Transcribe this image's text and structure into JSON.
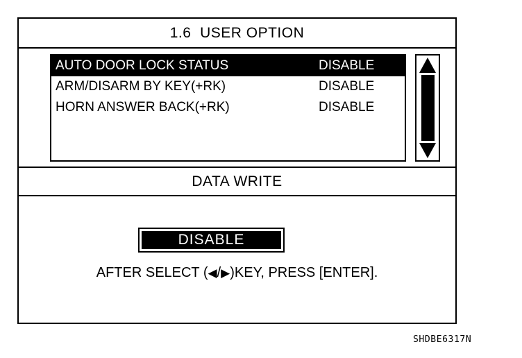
{
  "screen": {
    "title": "1.6  USER OPTION",
    "data_write_label": "DATA WRITE"
  },
  "option_list": {
    "rows": [
      {
        "label": "AUTO DOOR LOCK STATUS",
        "value": "DISABLE",
        "selected": true
      },
      {
        "label": "ARM/DISARM BY KEY(+RK)",
        "value": "DISABLE",
        "selected": false
      },
      {
        "label": "HORN ANSWER BACK(+RK)",
        "value": "DISABLE",
        "selected": false
      }
    ]
  },
  "scrollbar": {
    "up_icon": "scroll-up-arrow-icon",
    "down_icon": "scroll-down-arrow-icon",
    "thumb": "scroll-thumb"
  },
  "value_editor": {
    "selected_value": "DISABLE",
    "hint_prefix": "AFTER SELECT (",
    "hint_left_arrow": "◀",
    "hint_separator": "/",
    "hint_right_arrow": "▶",
    "hint_suffix": ")KEY, PRESS [ENTER]."
  },
  "figure": {
    "code": "SHDBE6317N"
  },
  "colors": {
    "foreground": "#000000",
    "background": "#ffffff",
    "highlight_bg": "#000000",
    "highlight_fg": "#ffffff"
  }
}
